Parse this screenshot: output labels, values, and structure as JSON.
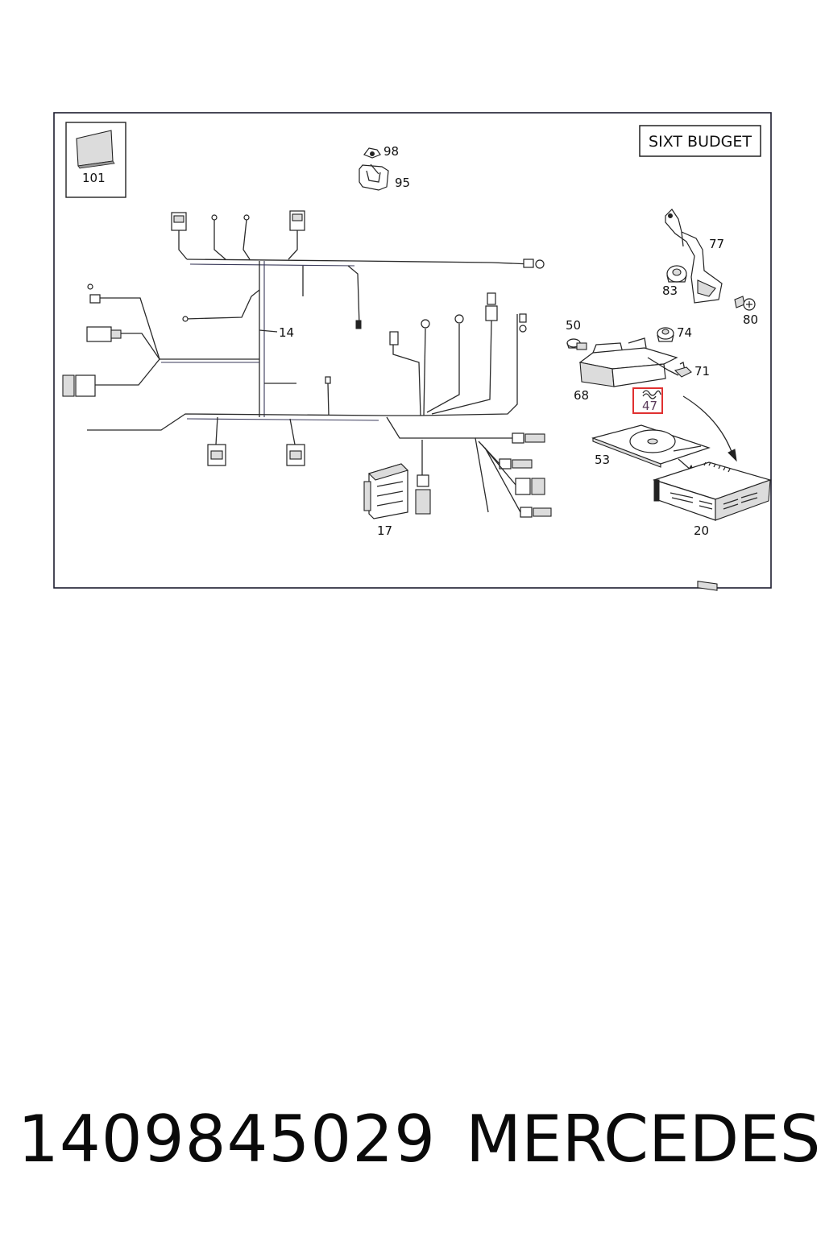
{
  "diagram": {
    "badge": "SIXT BUDGET",
    "highlight_color": "#e03030",
    "callouts": [
      "101",
      "98",
      "95",
      "77",
      "83",
      "80",
      "14",
      "50",
      "74",
      "71",
      "68",
      "47",
      "53",
      "20",
      "17"
    ],
    "highlighted_callout": "47"
  },
  "footer": {
    "part_number": "1409845029",
    "brand": "MERCEDES"
  }
}
